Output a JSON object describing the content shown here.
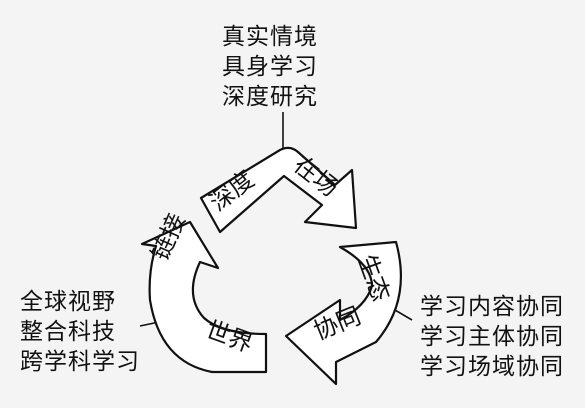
{
  "top_group": {
    "lines": [
      "真实情境",
      "具身学习",
      "深度研究"
    ]
  },
  "left_group": {
    "lines": [
      "全球视野",
      "整合科技",
      "跨学科学习"
    ]
  },
  "right_group": {
    "lines": [
      "学习内容协同",
      "学习主体协同",
      "学习场域协同"
    ]
  },
  "arrows": {
    "top": {
      "left_label": "深度",
      "right_label": "在场"
    },
    "right": {
      "upper_label": "生态",
      "lower_label": "协同"
    },
    "left": {
      "upper_label": "链接",
      "lower_label": "世界"
    }
  }
}
